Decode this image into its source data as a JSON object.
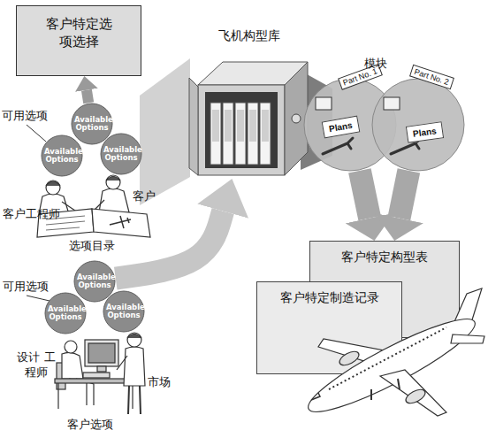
{
  "diagram": {
    "nodes": [
      {
        "text": [
          "客户特定选项选择"
        ]
      },
      {
        "text": [
          "飞机构型库"
        ]
      },
      {
        "text": [
          "Part No. 1",
          "Plans"
        ]
      },
      {
        "text": [
          "Part No. 2",
          "Plans"
        ]
      },
      {
        "text": [
          "Available Options"
        ]
      },
      {
        "text": [
          "Available Options"
        ]
      },
      {
        "text": [
          "Available Options"
        ]
      },
      {
        "text": [
          "客户特定构型表"
        ]
      },
      {
        "text": [
          "客户特定制造记录"
        ]
      },
      {
        "text": [
          "Available Options"
        ]
      },
      {
        "text": [
          "Available Options"
        ]
      },
      {
        "text": [
          "Available Options"
        ]
      }
    ],
    "edges": [
      {
        "from": 4,
        "to": 0,
        "arrow": "to"
      },
      {
        "from": 9,
        "to": 1,
        "arrow": "to"
      },
      {
        "from": 2,
        "to": 7,
        "arrow": "to"
      },
      {
        "from": 3,
        "to": 7,
        "arrow": "to"
      }
    ],
    "labels": [
      "可用选项",
      "客户",
      "客户工程师",
      "选项目录",
      "模块",
      "可用选项",
      "设计 工程师",
      "市场",
      "客户选项"
    ]
  }
}
